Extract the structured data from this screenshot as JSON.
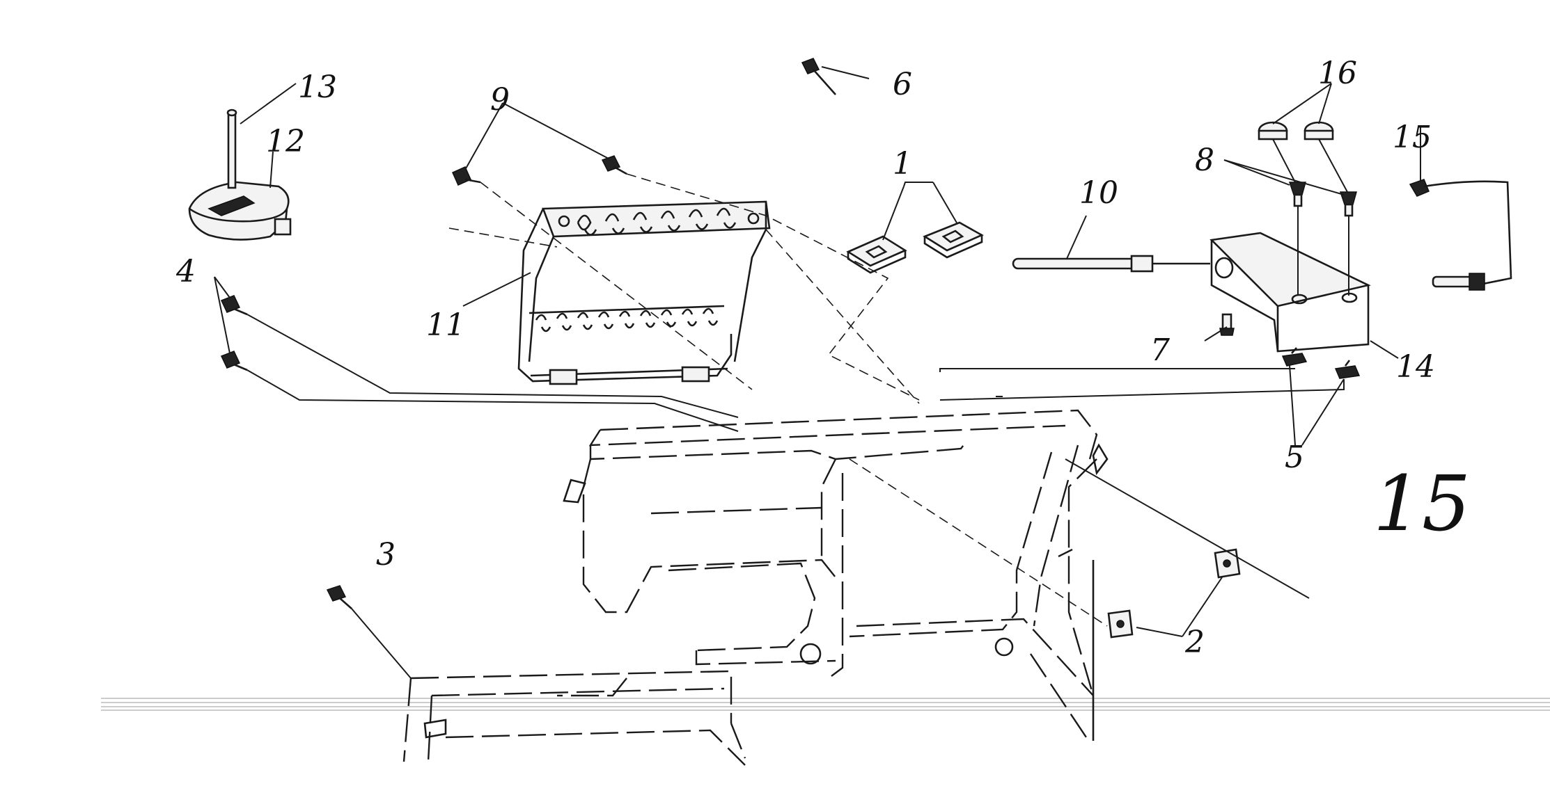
{
  "figure": {
    "figure_number": "15",
    "callouts": [
      {
        "id": "c1",
        "label": "1"
      },
      {
        "id": "c2",
        "label": "2"
      },
      {
        "id": "c3",
        "label": "3"
      },
      {
        "id": "c4",
        "label": "4"
      },
      {
        "id": "c5",
        "label": "5"
      },
      {
        "id": "c6",
        "label": "6"
      },
      {
        "id": "c7",
        "label": "7"
      },
      {
        "id": "c8",
        "label": "8"
      },
      {
        "id": "c9",
        "label": "9"
      },
      {
        "id": "c10",
        "label": "10"
      },
      {
        "id": "c11",
        "label": "11"
      },
      {
        "id": "c12",
        "label": "12"
      },
      {
        "id": "c13",
        "label": "13"
      },
      {
        "id": "c14",
        "label": "14"
      },
      {
        "id": "c15",
        "label": "15"
      },
      {
        "id": "c16",
        "label": "16"
      }
    ]
  }
}
